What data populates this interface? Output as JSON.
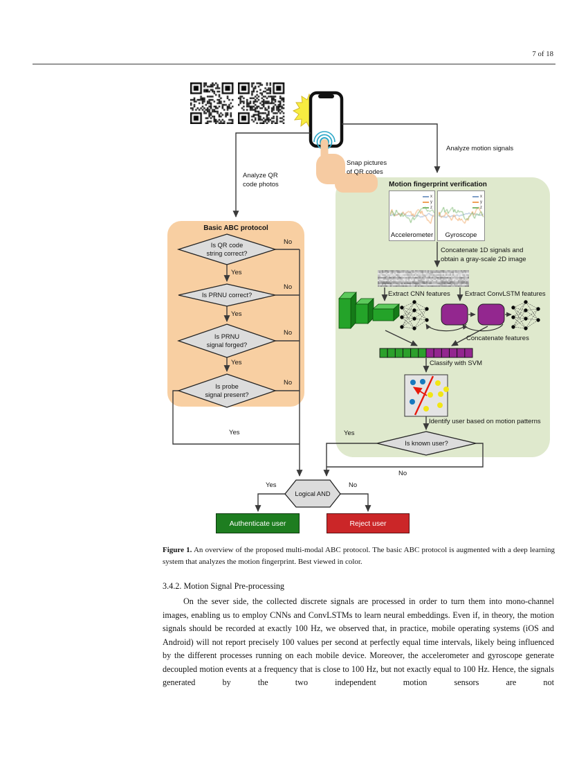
{
  "header": {
    "page_info": "7 of 18"
  },
  "figure": {
    "panels": {
      "basic": "Basic ABC protocol",
      "motion": "Motion fingerprint verification"
    },
    "edges": {
      "analyze_qr": "Analyze QR\ncode photos",
      "snap": "Snap pictures\nof QR codes",
      "analyze_motion": "Analyze motion signals",
      "concat_1d": "Concatenate 1D signals and\nobtain a gray-scale 2D image",
      "extract_cnn": "Extract CNN features",
      "extract_convlstm": "Extract ConvLSTM features",
      "concat_features": "Concatenate features",
      "classify": "Classify with SVM",
      "identify": "Identify user based on motion patterns"
    },
    "flow": {
      "d1": "Is QR code\nstring correct?",
      "d2": "Is PRNU correct?",
      "d3": "Is PRNU\nsignal forged?",
      "d4": "Is probe\nsignal present?",
      "known": "Is known user?",
      "and_label": "Logical AND",
      "auth": "Authenticate user",
      "reject": "Reject user",
      "yes": "Yes",
      "no": "No"
    },
    "plots": {
      "accel": "Accelerometer",
      "gyro": "Gyroscope",
      "legend": [
        "x",
        "y",
        "z"
      ]
    },
    "icons": {
      "qr1": "qr-code-icon",
      "qr2": "qr-code-icon",
      "phone": "smartphone-icon",
      "flash": "camera-flash-icon",
      "ripple": "tap-ripple-icon",
      "hand": "hand-tap-icon"
    }
  },
  "caption": {
    "label": "Figure 1.",
    "text": " An overview of the proposed multi-modal ABC protocol. The basic ABC protocol is augmented with a deep learning system that analyzes the motion fingerprint. Best viewed in color."
  },
  "section": {
    "heading": "3.4.2. Motion Signal Pre-processing"
  },
  "content": {
    "paragraph": "On the sever side, the collected discrete signals are processed in order to turn them into mono-channel images, enabling us to employ CNNs and ConvLSTMs to learn neural embeddings. Even if, in theory, the motion signals should be recorded at exactly 100 Hz, we observed that, in practice, mobile operating systems (iOS and Android) will not report precisely 100 values per second at perfectly equal time intervals, likely being influenced by the different processes running on each mobile device. Moreover, the accelerometer and gyroscope generate decoupled motion events at a frequency that is close to 100 Hz, but not exactly equal to 100 Hz. Hence, the signals generated by the two independent motion sensors are not"
  },
  "colors": {
    "orange_panel": "#f8cfa2",
    "green_panel": "#dfe9cd",
    "node_gray": "#dcdcdc",
    "cnn_green": "#24a329",
    "cnn_green_top": "#5cc95c",
    "cnn_green_side": "#157a18",
    "lstm_purple": "#93278f",
    "vector_green": "#2ca02c",
    "vector_purple": "#93278f",
    "auth_green": "#1e7d20",
    "reject_red": "#cb2628",
    "signal_x": "#7f9fc8",
    "signal_y": "#f0a058",
    "signal_z": "#7cb870",
    "svm_blue": "#1779be",
    "svm_yellow": "#f2e614",
    "svm_red": "#e8190c",
    "ripple_teal": "#2fa8c8",
    "flash_yellow": "#f7ec41",
    "skin": "#f6cba2",
    "line": "#3a3a3a",
    "qr_black": "#0a0a0a"
  }
}
